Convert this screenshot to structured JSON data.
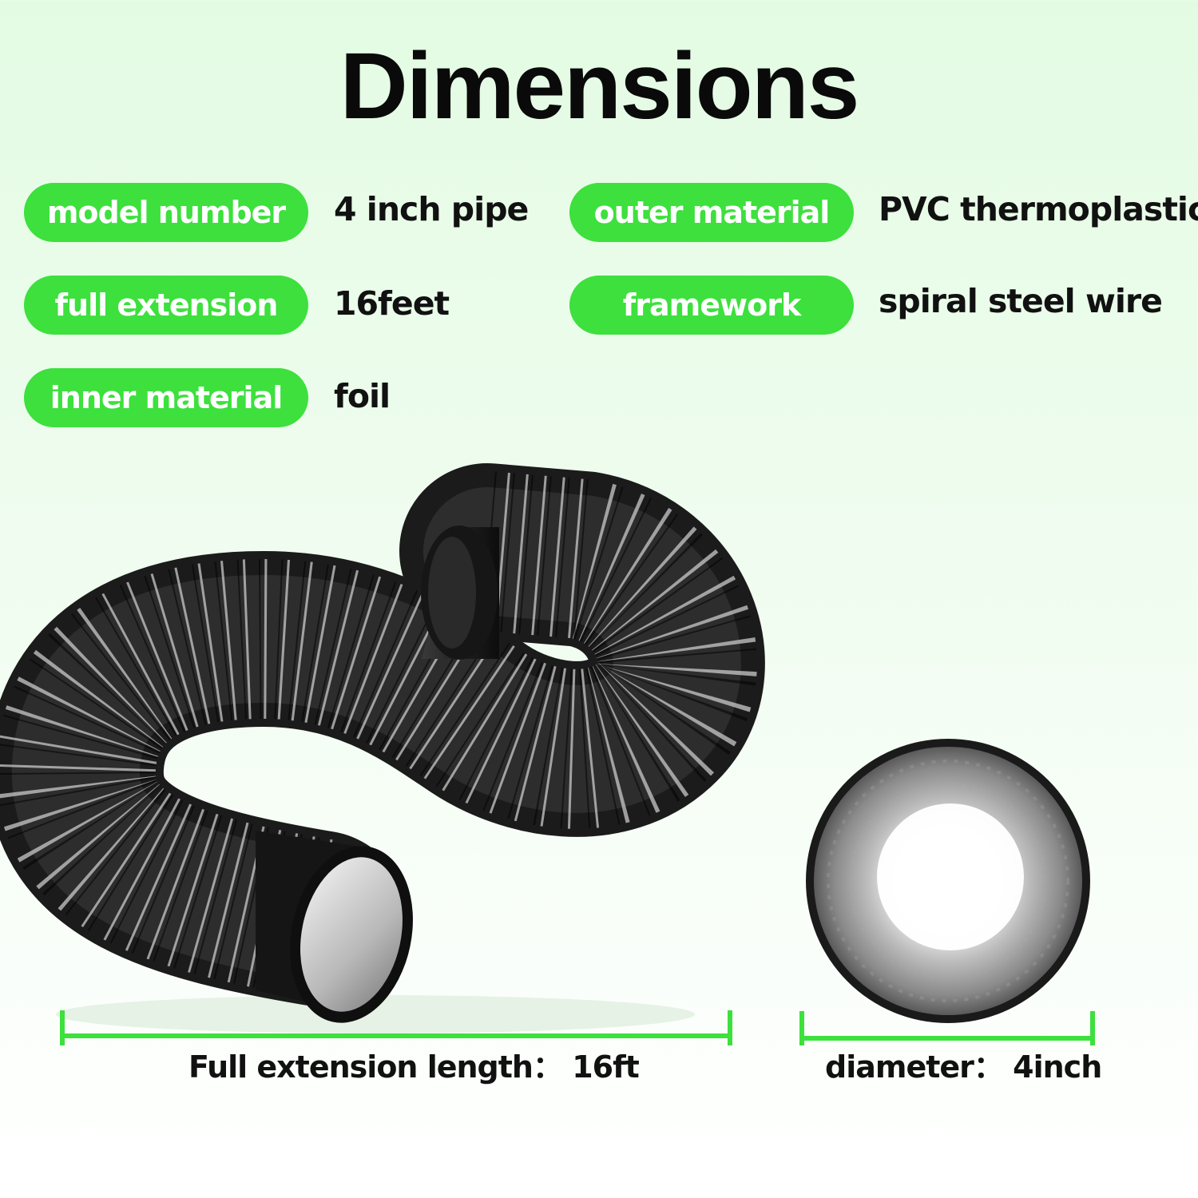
{
  "title": "Dimensions",
  "specs": {
    "model_number_label": "model number",
    "model_number_value": "4 inch pipe",
    "outer_material_label": "outer material",
    "outer_material_value": "PVC thermoplastic",
    "full_extension_label": "full extension",
    "full_extension_value": "16feet",
    "framework_label": "framework",
    "framework_value": "spiral steel wire",
    "inner_material_label": "inner material",
    "inner_material_value": "foil"
  },
  "captions": {
    "length": "Full extension length：  16ft",
    "diameter": "diameter：  4inch"
  },
  "colors": {
    "accent": "#3de03d",
    "title": "#0a0a0a"
  }
}
